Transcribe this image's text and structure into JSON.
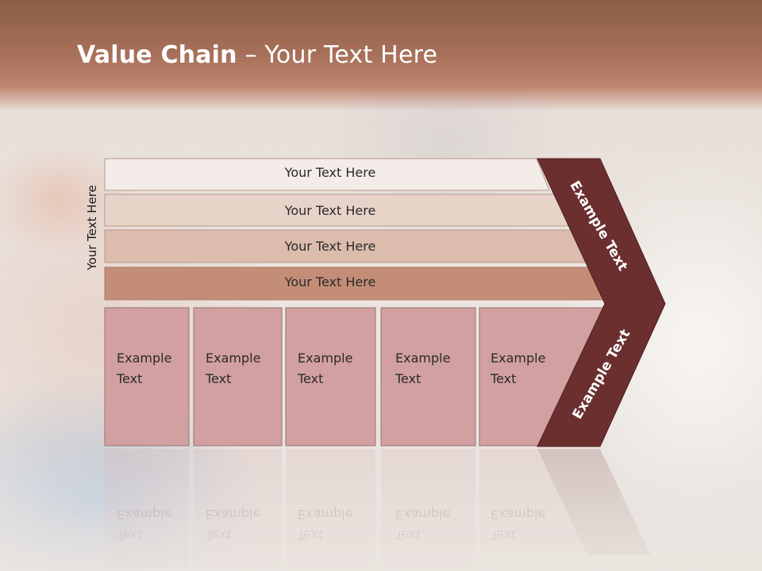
{
  "slide": {
    "title_bold": "Value Chain",
    "title_rest": " – Your Text Here",
    "side_label": "Your Text Here"
  },
  "bars": [
    {
      "label": "Your Text Here",
      "color": "#f3ece8"
    },
    {
      "label": "Your Text Here",
      "color": "#e8d3c9"
    },
    {
      "label": "Your Text Here",
      "color": "#dcbcad"
    },
    {
      "label": "Your Text Here",
      "color": "#c48d77"
    }
  ],
  "boxes": [
    {
      "label_line1": "Example",
      "label_line2": "Text"
    },
    {
      "label_line1": "Example",
      "label_line2": "Text"
    },
    {
      "label_line1": "Example",
      "label_line2": "Text"
    },
    {
      "label_line1": "Example",
      "label_line2": "Text"
    },
    {
      "label_line1": "Example",
      "label_line2": "Text"
    }
  ],
  "chevron": {
    "upper_label": "Example Text",
    "lower_label": "Example Text",
    "color": "#6b2f2f",
    "box_color": "#d2a0a0"
  }
}
